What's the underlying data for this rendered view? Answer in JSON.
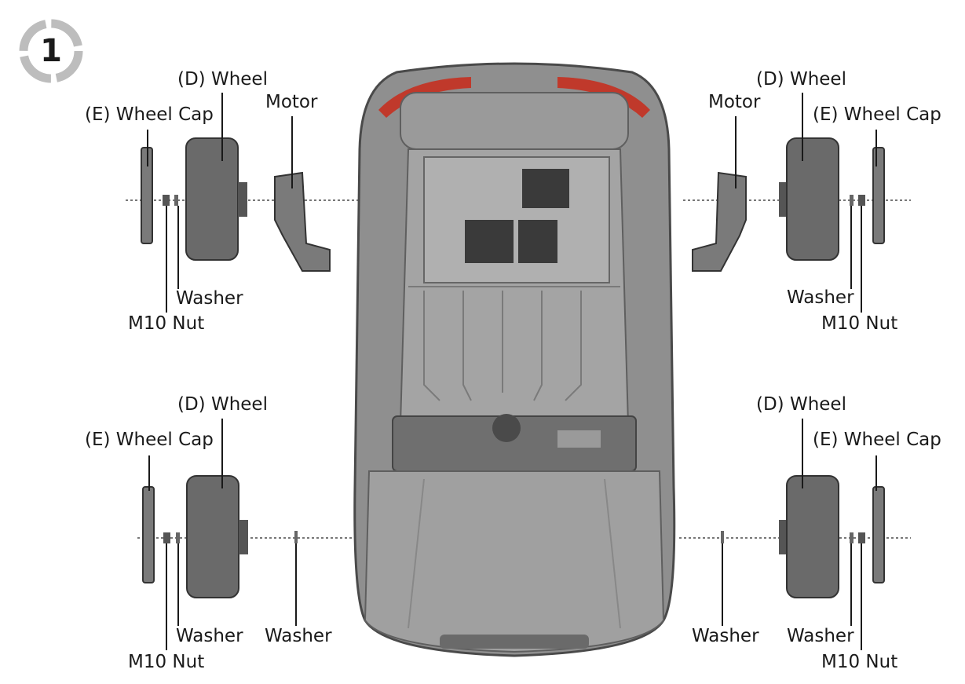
{
  "step": {
    "number": "1"
  },
  "labels": {
    "fl_wheel": "(D)  Wheel",
    "fl_cap": "(E)  Wheel Cap",
    "fl_motor": "Motor",
    "fl_washer": "Washer",
    "fl_nut": "M10 Nut",
    "fr_wheel": "(D)  Wheel",
    "fr_cap": "(E)  Wheel Cap",
    "fr_motor": "Motor",
    "fr_washer": "Washer",
    "fr_nut": "M10 Nut",
    "rl_wheel": "(D)  Wheel",
    "rl_cap": "(E)  Wheel Cap",
    "rl_washer_outer": "Washer",
    "rl_washer_inner": "Washer",
    "rl_nut": "M10 Nut",
    "rr_wheel": "(D)  Wheel",
    "rr_cap": "(E)  Wheel Cap",
    "rr_washer_outer": "Washer",
    "rr_washer_inner": "Washer",
    "rr_nut": "M10 Nut"
  },
  "colors": {
    "body": "#8f8f8f",
    "body_dark": "#5f5f5f",
    "tire": "#6a6a6a",
    "tail_light": "#c0392b",
    "badge_ring": "#bdbdbd"
  }
}
